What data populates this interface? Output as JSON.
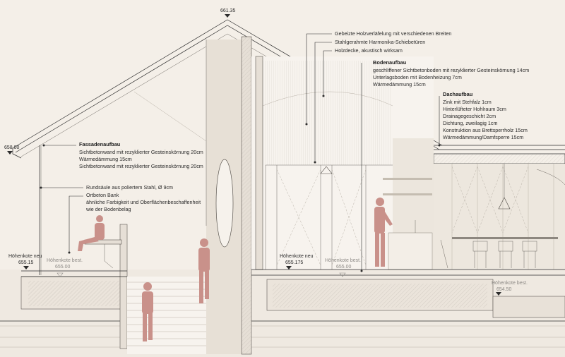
{
  "top_elevation": "661.35",
  "left_eave_elevation": "658.00",
  "elevations": {
    "left_new_label": "Höhenkote neu",
    "left_new_value": "655.15",
    "left_existing_label": "Höhenkote best.",
    "left_existing_value": "655.00",
    "center_new_label": "Höhenkote neu",
    "center_new_value": "655.175",
    "center_existing_label": "Höhenkote best.",
    "center_existing_value": "655.00",
    "right_existing_label": "Höhenkote best.",
    "right_existing_value": "654.50"
  },
  "annotations_top": [
    "Gebeizte Holzverläfelung mit verschiedenen Breiten",
    "Stahlgerahmte Harmonika-Schiebetüren",
    "Holzdecke, akustisch wirksam"
  ],
  "bodenaufbau": {
    "title": "Bodenaufbau",
    "lines": [
      "geschliffener Sichtbetonboden mit rezyklierter Gesteinskörnung 14cm",
      "Unterlagsboden mit Bodenheizung 7cm",
      "Wärmedämmung 15cm"
    ]
  },
  "dachaufbau": {
    "title": "Dachaufbau",
    "lines": [
      "Zink mit Stehfalz 1cm",
      "Hinterlüfteter Hohlraum 3cm",
      "Drainagegeschicht 2cm",
      "Dichtung, zweilagig 1cm",
      "Konstruktion aus Brettsperrholz 15cm",
      "Wärmedämmung/Damfsperre 15cm"
    ]
  },
  "fassadenaufbau": {
    "title": "Fassadenaufbau",
    "lines": [
      "Sichtbetonwand mit rezyklierter Gesteinskörnung 20cm",
      "Wärmedämmung 15cm",
      "Sichtbetonwand mit rezyklierter Gesteinskörnung 20cm"
    ]
  },
  "rundsaeule": "Rundsäule aus poliertem Stahl, Ø 9cm",
  "ortbeton": [
    "Ortbeton Bank",
    "ähnliche Farbigkeit und Oberflächenbeschaffenheit",
    "wie der Bodenbelag"
  ]
}
